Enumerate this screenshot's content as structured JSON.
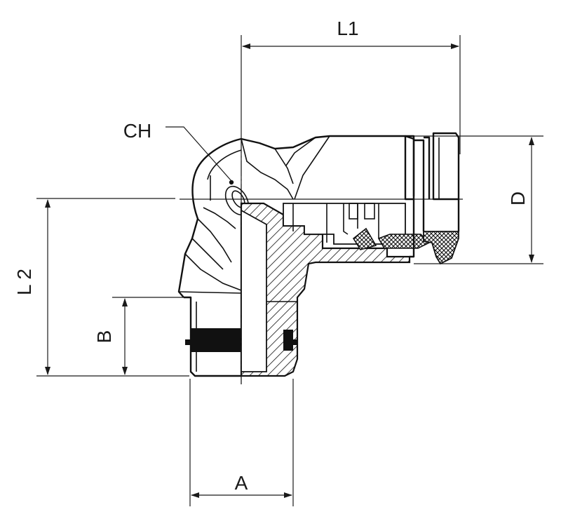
{
  "drawing": {
    "labels": {
      "l1": "L1",
      "l2": "L 2",
      "d": "D",
      "b": "B",
      "a": "A",
      "ch": "CH"
    }
  }
}
